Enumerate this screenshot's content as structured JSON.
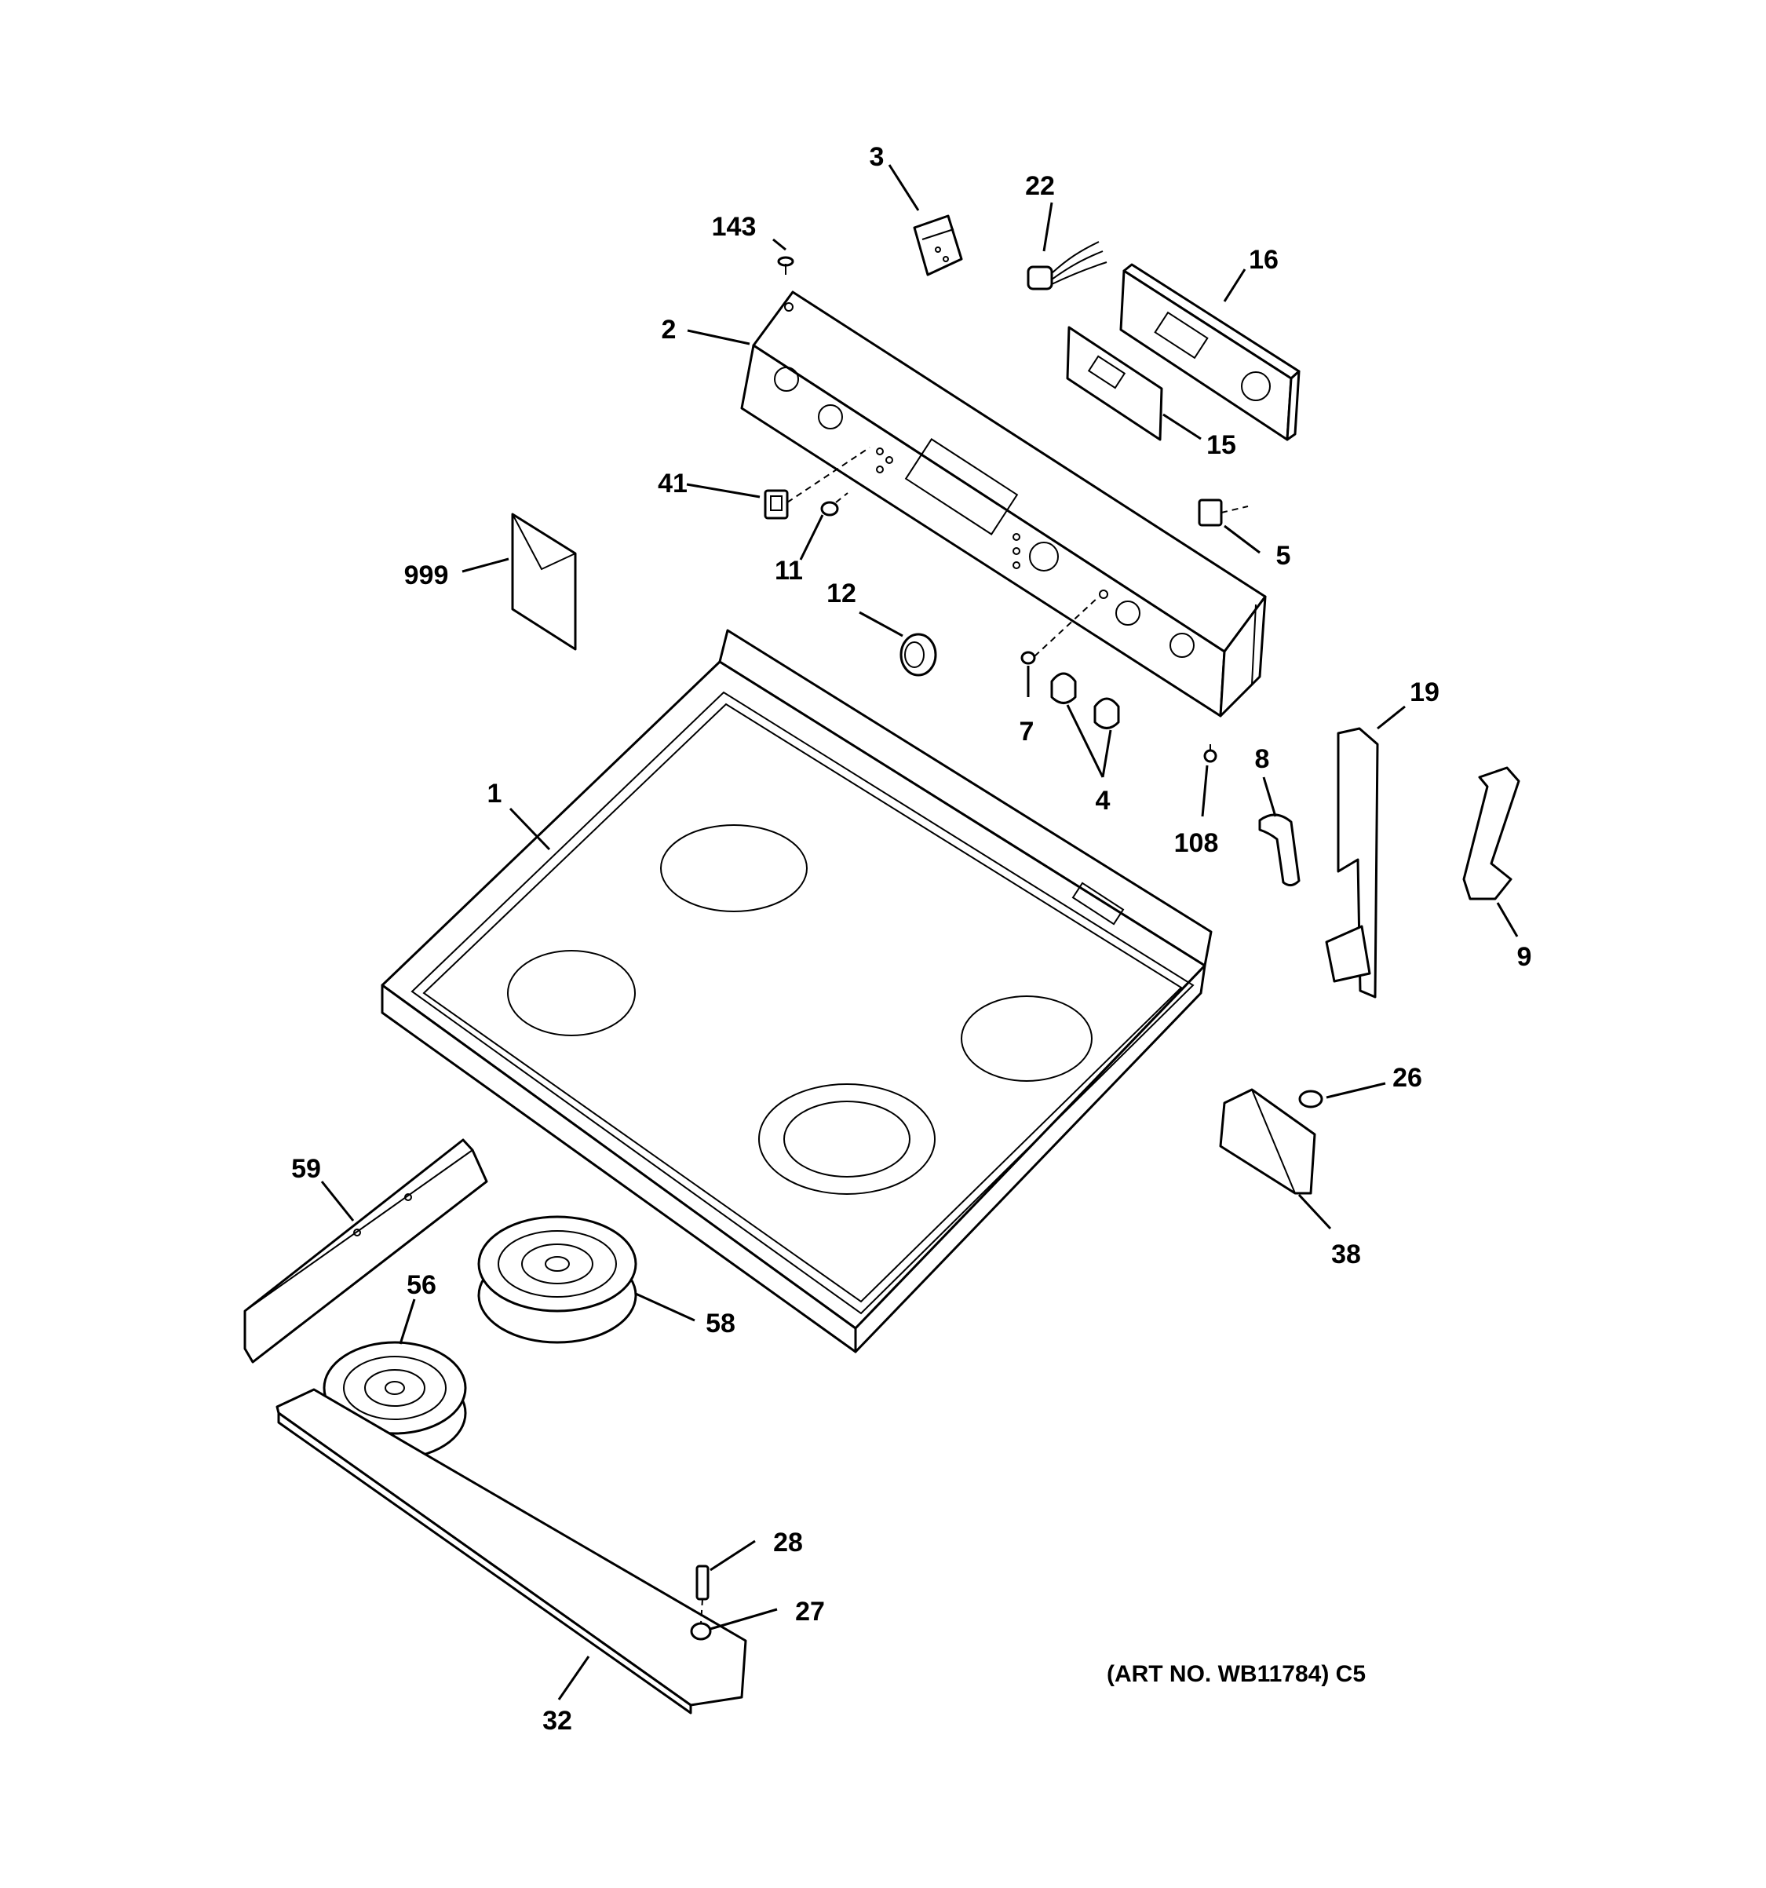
{
  "callouts": [
    "3",
    "22",
    "143",
    "16",
    "2",
    "15",
    "41",
    "5",
    "11",
    "999",
    "12",
    "7",
    "4",
    "19",
    "1",
    "8",
    "108",
    "9",
    "26",
    "38",
    "59",
    "56",
    "58",
    "28",
    "27",
    "32"
  ],
  "art_number": "(ART NO. WB11784) C5",
  "colors": {
    "ink": "#000000",
    "paper": "#ffffff"
  }
}
